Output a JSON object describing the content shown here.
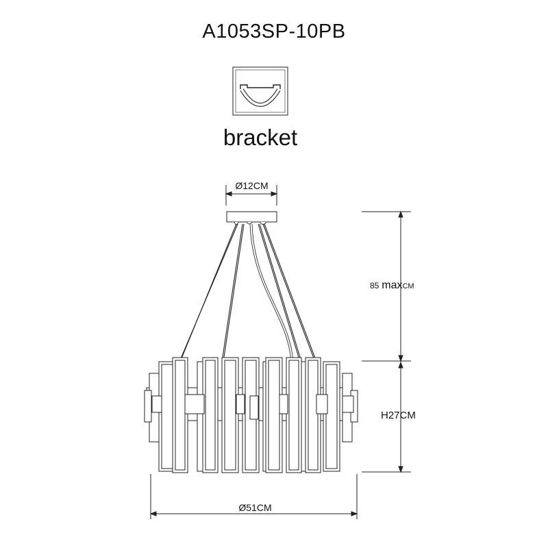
{
  "product": {
    "model": "A1053SP-10PB"
  },
  "mount": {
    "label": "bracket",
    "icon": "bracket-mount-icon"
  },
  "dimensions": {
    "canopy_diameter": "Ø12CM",
    "cable_number": "85",
    "cable_max": "max",
    "cable_unit": "CM",
    "height": "H27CM",
    "diameter": "Ø51CM"
  }
}
